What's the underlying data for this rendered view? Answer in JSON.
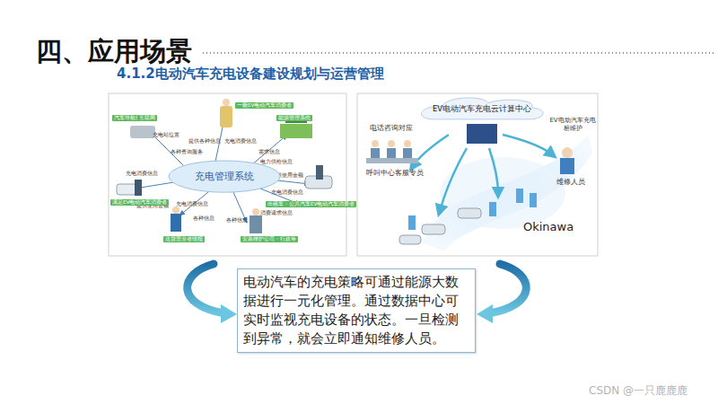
{
  "diagram": {
    "title": "四、应用场景",
    "nodes": [
      {
        "text": [
          "充电管理系统"
        ]
      },
      {
        "text": [
          "EV电动汽车充电云计算中心"
        ]
      },
      {
        "text": [
          "电动汽车的充电策略可通过能源大数据进行一元化管理。通过数据中心可实时监视充电设备的状态。一旦检测到异常，就会立即通知维修人员。"
        ]
      }
    ],
    "labels": [
      "4.1.2电动汽车充电设备建设规划与运营管理",
      "汽车导航仪",
      "互联网",
      "一般EV电动汽车消费者",
      "能源管理系统",
      "充电站位置",
      "各种查询服务",
      "提供各种信息",
      "充电消费信息",
      "需求信息",
      "电力供给信息",
      "提供使用金额",
      "充电消费信息",
      "消费请求信息",
      "各种信息",
      "充电消费信息",
      "各种信息",
      "提供使用金额",
      "充电消费信息",
      "满足EV电动汽车消费者",
      "出租车・公共汽车EV电动汽车消费者",
      "送货营业者情报",
      "安装维护公司・行政等",
      "电话咨询对应",
      "呼叫中心客服专员",
      "EV电动汽车充电桩维护",
      "维修人员",
      "Okinawa",
      "CSDN @一只鹿鹿鹿"
    ]
  }
}
